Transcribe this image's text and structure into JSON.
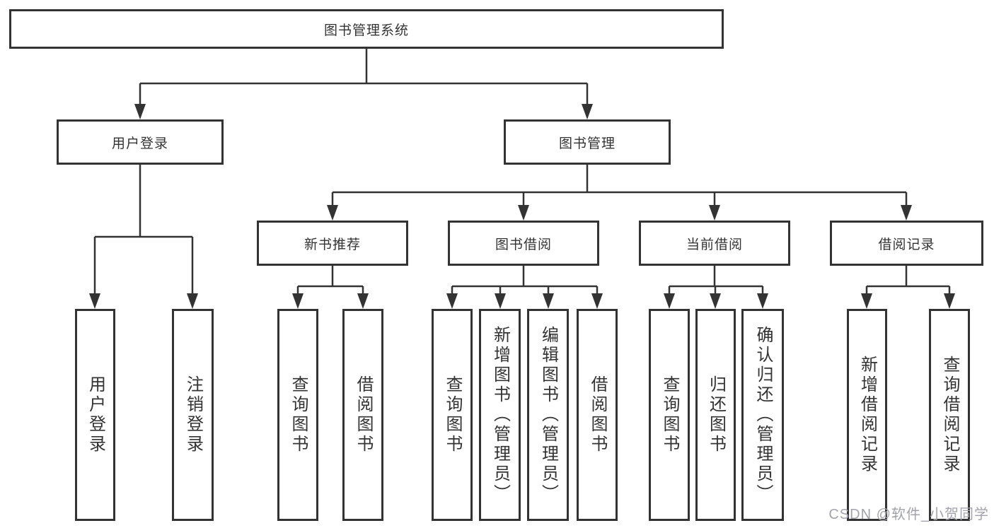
{
  "colors": {
    "line": "#333333",
    "text": "#333333",
    "background": "#ffffff",
    "watermark": "#a3a3ad"
  },
  "watermark": {
    "text": "CSDN @软件_小贺同学"
  },
  "tree": {
    "root": {
      "label": "图书管理系统",
      "children": [
        {
          "label": "用户登录",
          "children": [
            {
              "label": "用户登录"
            },
            {
              "label": "注销登录"
            }
          ]
        },
        {
          "label": "图书管理",
          "children": [
            {
              "label": "新书推荐",
              "children": [
                {
                  "label": "查询图书"
                },
                {
                  "label": "借阅图书"
                }
              ]
            },
            {
              "label": "图书借阅",
              "children": [
                {
                  "label": "查询图书"
                },
                {
                  "label": "新增图书（管理员）"
                },
                {
                  "label": "编辑图书（管理员）"
                },
                {
                  "label": "借阅图书"
                }
              ]
            },
            {
              "label": "当前借阅",
              "children": [
                {
                  "label": "查询图书"
                },
                {
                  "label": "归还图书"
                },
                {
                  "label": "确认归还（管理员）"
                }
              ]
            },
            {
              "label": "借阅记录",
              "children": [
                {
                  "label": "新增借阅记录"
                },
                {
                  "label": "查询借阅记录"
                }
              ]
            }
          ]
        }
      ]
    }
  }
}
